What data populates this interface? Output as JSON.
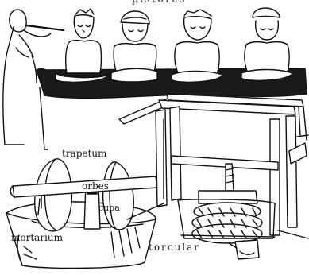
{
  "labels": {
    "pistores": "pistores",
    "trapetum": "trapetum",
    "orbes": "orbes",
    "cupa": "cupa",
    "mortarium": "mortarium",
    "torcular": "torcular"
  },
  "colors": {
    "ink": "#111111",
    "paper": "#ffffff"
  }
}
